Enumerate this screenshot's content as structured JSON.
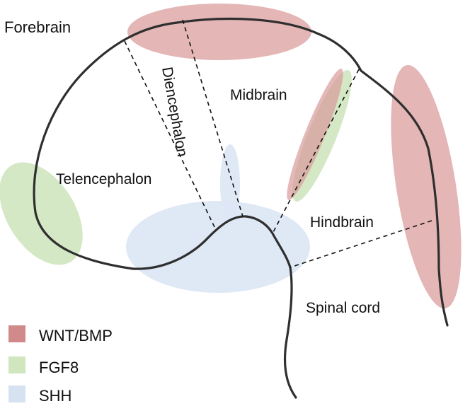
{
  "labels": {
    "forebrain": "Forebrain",
    "midbrain": "Midbrain",
    "diencephalon": "Diencephalon",
    "telencephalon": "Telencephalon",
    "hindbrain": "Hindbrain",
    "spinal_cord": "Spinal cord"
  },
  "legend": [
    {
      "label": "WNT/BMP",
      "color": "#d08a8a"
    },
    {
      "label": "FGF8",
      "color": "#cfe6bf"
    },
    {
      "label": "SHH",
      "color": "#d6e2f1"
    }
  ],
  "colors": {
    "wnt_bmp": "#d99a9a",
    "fgf8": "#cfe6bf",
    "shh": "#dde7f4",
    "outline": "#2f2f2f",
    "boundary": "#111111"
  }
}
